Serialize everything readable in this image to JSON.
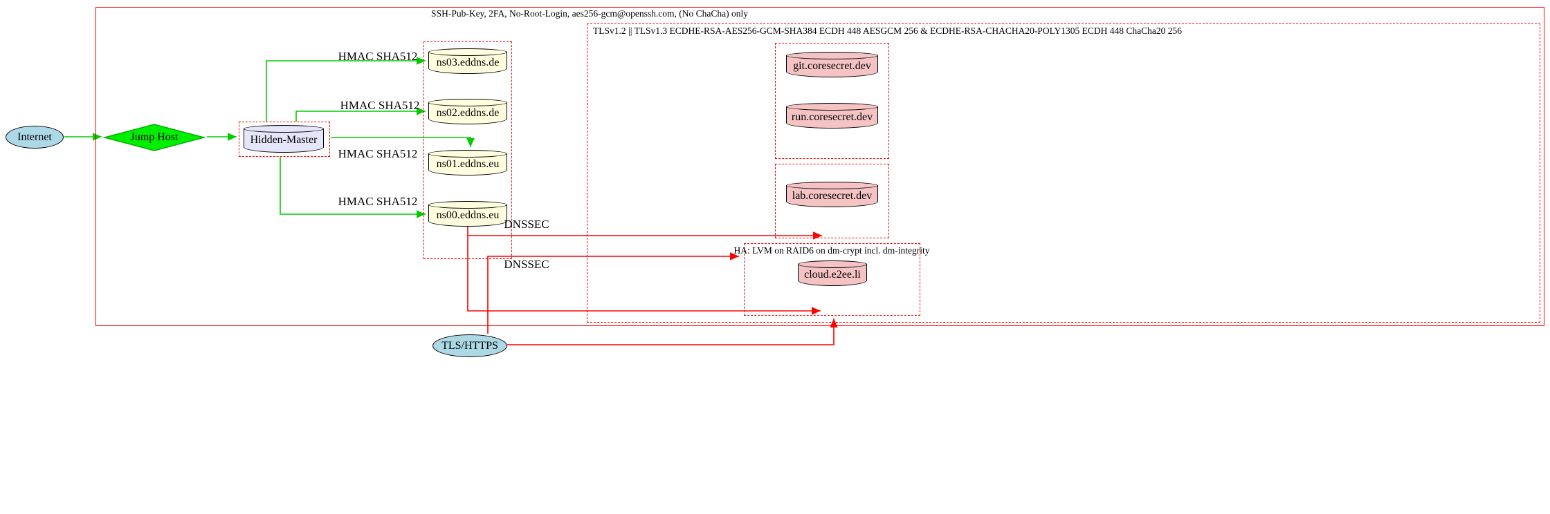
{
  "colors": {
    "edge_green": "#00cc00",
    "edge_red": "#ff0000",
    "cluster_red": "#ff0000",
    "node_blue": "#add8e6",
    "node_green": "#00ee00",
    "node_lavender": "#e6e6fa",
    "node_yellow": "#ffffe0",
    "node_pink": "#f5c3c3"
  },
  "clusters": {
    "ssh": {
      "label": "SSH-Pub-Key, 2FA, No-Root-Login, aes256-gcm@openssh.com, (No ChaCha) only"
    },
    "tls": {
      "label": "TLSv1.2 || TLSv1.3 ECDHE-RSA-AES256-GCM-SHA384 ECDH 448 AESGCM 256 & ECDHE-RSA-CHACHA20-POLY1305 ECDH 448 ChaCha20 256"
    },
    "ha": {
      "label": "HA: LVM on RAID6 on dm-crypt incl. dm-integrity"
    }
  },
  "nodes": {
    "internet": {
      "label": "Internet"
    },
    "jump_host": {
      "label": "Jump Host"
    },
    "hidden_master": {
      "label": "Hidden-Master"
    },
    "ns03": {
      "label": "ns03.eddns.de"
    },
    "ns02": {
      "label": "ns02.eddns.de"
    },
    "ns01": {
      "label": "ns01.eddns.eu"
    },
    "ns00": {
      "label": "ns00.eddns.eu"
    },
    "git": {
      "label": "git.coresecret.dev"
    },
    "run": {
      "label": "run.coresecret.dev"
    },
    "lab": {
      "label": "lab.coresecret.dev"
    },
    "cloud": {
      "label": "cloud.e2ee.li"
    },
    "tls_https": {
      "label": "TLS/HTTPS"
    }
  },
  "edge_labels": {
    "hmac_1": "HMAC SHA512",
    "hmac_2": "HMAC SHA512",
    "hmac_3": "HMAC SHA512",
    "hmac_4": "HMAC SHA512",
    "dnssec_1": "DNSSEC",
    "dnssec_2": "DNSSEC"
  }
}
